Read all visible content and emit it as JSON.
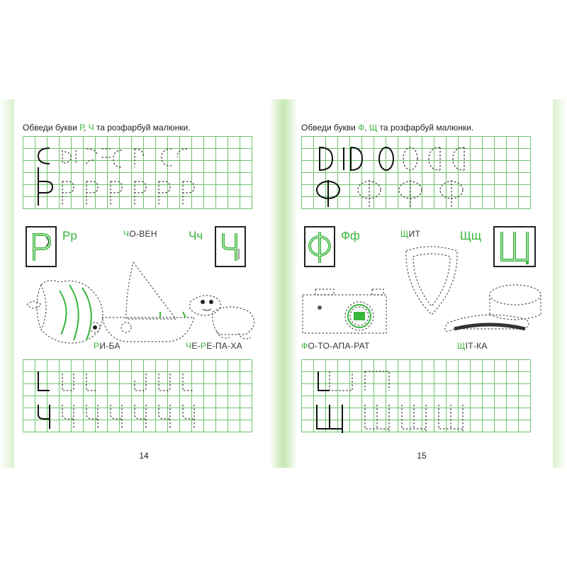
{
  "left_page": {
    "instruction": {
      "prefix": "Обведи букви ",
      "letter1": "Р",
      "sep": ", ",
      "letter2": "Ч",
      "suffix": " та розфарбуй малюнки."
    },
    "pair1": "Рр",
    "pair2": "Чч",
    "words": {
      "w1": {
        "hl": "Ч",
        "rest": "О-ВЕН"
      },
      "w2": {
        "hl": "Р",
        "rest": "И-БА"
      },
      "w3": {
        "hl1": "Ч",
        "mid1": "Е-",
        "hl2": "Р",
        "rest": "Е-ПА-ХА"
      }
    },
    "page_number": "14"
  },
  "right_page": {
    "instruction": {
      "prefix": "Обведи букви ",
      "letter1": "Ф",
      "sep": ", ",
      "letter2": "Щ",
      "suffix": " та розфарбуй малюнки."
    },
    "pair1": "Фф",
    "pair2": "Щщ",
    "words": {
      "w1": {
        "hl": "Щ",
        "rest": "ИТ"
      },
      "w2": {
        "hl": "Ф",
        "mid": "О-ТО-АПА-",
        "rest": "РАТ"
      },
      "w3": {
        "hl": "Щ",
        "rest": "ІТ-КА"
      }
    },
    "page_number": "15"
  },
  "colors": {
    "accent_green": "#38b53a",
    "grid_green": "#6dc46d",
    "gutter_green": "#c9eab6"
  }
}
